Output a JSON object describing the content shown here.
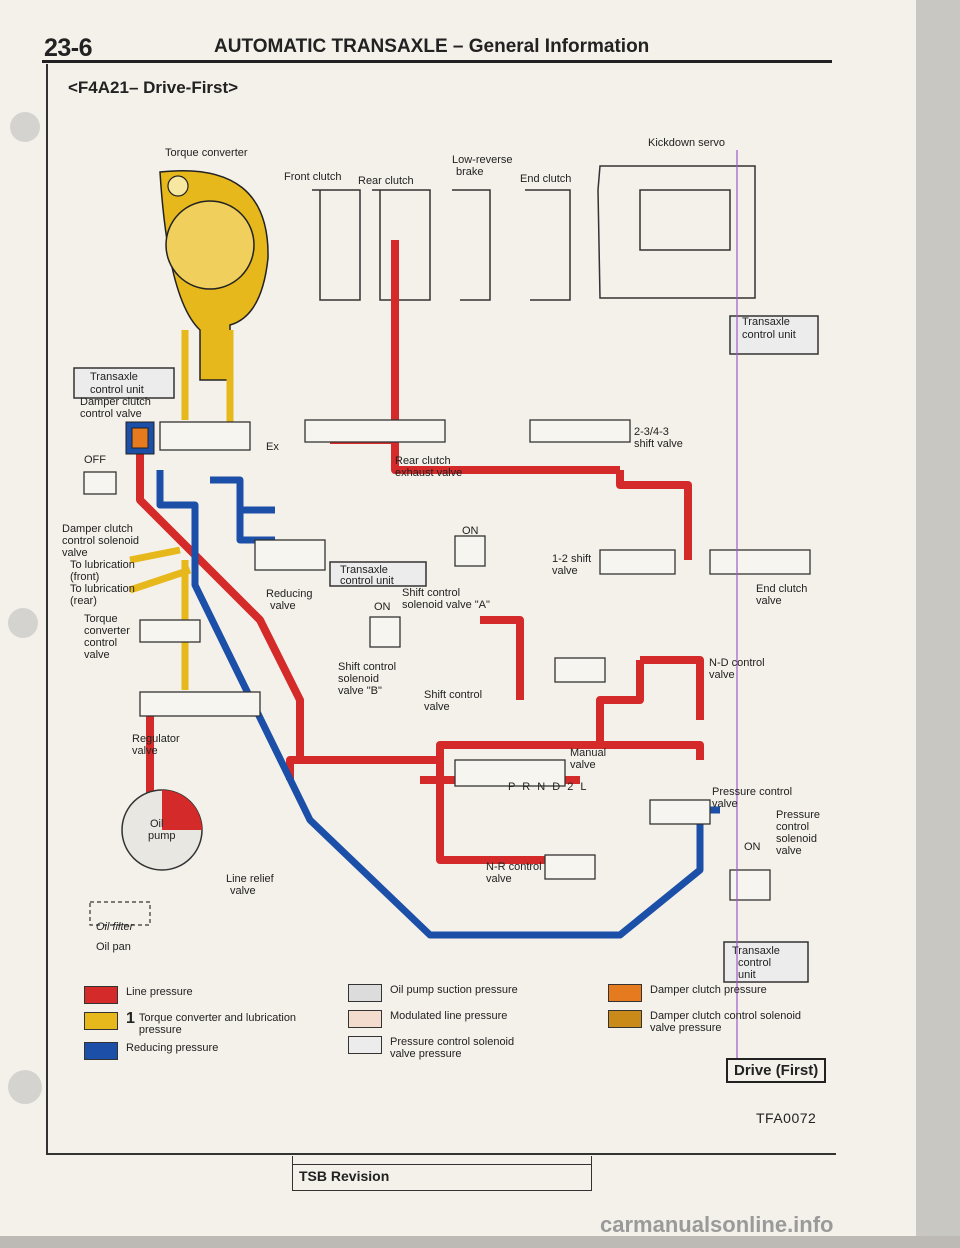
{
  "header": {
    "page_number": "23-6",
    "title": "AUTOMATIC TRANSAXLE – General Information",
    "subtitle": "<F4A21– Drive-First>"
  },
  "labels": {
    "torque_converter": "Torque converter",
    "front_clutch": "Front clutch",
    "rear_clutch": "Rear clutch",
    "low_reverse_brake_1": "Low-reverse",
    "low_reverse_brake_2": "brake",
    "end_clutch": "End clutch",
    "kickdown_servo": "Kickdown servo",
    "transaxle_control_unit_1": "Transaxle",
    "transaxle_control_unit_2": "control unit",
    "damper_clutch_control_valve_1": "Damper clutch",
    "damper_clutch_control_valve_2": "control valve",
    "off": "OFF",
    "ex": "Ex",
    "damper_clutch_solenoid_1": "Damper clutch",
    "damper_clutch_solenoid_2": "control solenoid",
    "damper_clutch_solenoid_3": "valve",
    "lub_front_1": "To lubrication",
    "lub_front_2": "(front)",
    "lub_rear_1": "To lubrication",
    "lub_rear_2": "(rear)",
    "tc_control_valve_1": "Torque",
    "tc_control_valve_2": "converter",
    "tc_control_valve_3": "control",
    "tc_control_valve_4": "valve",
    "reducing_valve_1": "Reducing",
    "reducing_valve_2": "valve",
    "regulator_valve_1": "Regulator",
    "regulator_valve_2": "valve",
    "oil_pump_1": "Oil",
    "oil_pump_2": "pump",
    "line_relief_1": "Line relief",
    "line_relief_2": "valve",
    "oil_filter": "Oil filter",
    "oil_pan": "Oil pan",
    "rear_clutch_exhaust_1": "Rear clutch",
    "rear_clutch_exhaust_2": "exhaust valve",
    "shift_234_1": "2-3/4-3",
    "shift_234_2": "shift valve",
    "on": "ON",
    "shift_12_1": "1-2 shift",
    "shift_12_2": "valve",
    "solenoid_a_1": "Shift control",
    "solenoid_a_2": "solenoid valve \"A\"",
    "solenoid_b_1": "Shift control",
    "solenoid_b_2": "solenoid",
    "solenoid_b_3": "valve \"B\"",
    "shift_control_valve_1": "Shift control",
    "shift_control_valve_2": "valve",
    "end_clutch_valve_1": "End clutch",
    "end_clutch_valve_2": "valve",
    "nd_control_1": "N-D control",
    "nd_control_2": "valve",
    "manual_valve_1": "Manual",
    "manual_valve_2": "valve",
    "prnd": "P R N D 2 L",
    "pressure_control_valve_1": "Pressure control",
    "pressure_control_valve_2": "valve",
    "pcs_1": "Pressure",
    "pcs_2": "control",
    "pcs_3": "solenoid",
    "pcs_4": "valve",
    "nr_control_1": "N-R control",
    "nr_control_2": "valve",
    "tcu_br_1": "Transaxle",
    "tcu_br_2": "control",
    "tcu_br_3": "unit",
    "drive_first": "Drive (First)",
    "fig_code": "TFA0072",
    "tsb_revision": "TSB Revision",
    "watermark": "carmanualsonline.info"
  },
  "legend": {
    "line_pressure": "Line pressure",
    "torque_lub_1": "Torque converter and lubrication",
    "torque_lub_2": "pressure",
    "torque_lub_num": "1",
    "reducing": "Reducing pressure",
    "oil_pump_suction": "Oil pump suction pressure",
    "modulated_line": "Modulated line pressure",
    "pcs_pressure_1": "Pressure control solenoid",
    "pcs_pressure_2": "valve pressure",
    "damper_clutch": "Damper clutch pressure",
    "damper_control_1": "Damper clutch control solenoid",
    "damper_control_2": "valve pressure"
  },
  "colors": {
    "line_pressure": "#d42a2a",
    "torque_lub": "#e6b81c",
    "reducing": "#1b4fa8",
    "oil_pump_suction": "#dcdcdc",
    "modulated_line": "#f3dccd",
    "pcs_pressure": "#ececec",
    "damper_clutch": "#e57a1f",
    "damper_control": "#c98a1a"
  }
}
